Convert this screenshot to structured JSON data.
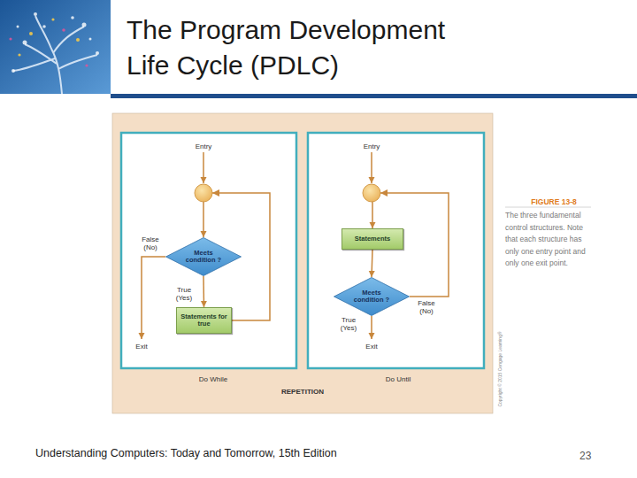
{
  "diagram": {
    "title": "The Program Development Life Cycle (PDLC)",
    "caption": "The three fundamental control structures. Note that each structure has only one entry point and only one exit point.",
    "nodes": [
      {
        "text": [
          "Meets condition ?"
        ]
      },
      {
        "text": [
          "Statements for true"
        ]
      },
      {
        "text": [
          "Statements"
        ]
      },
      {
        "text": [
          "Meets condition ?"
        ]
      }
    ],
    "edges": [
      {
        "from": 0,
        "to": 1,
        "arrow": "to",
        "label": "True (Yes)"
      },
      {
        "from": 1,
        "to": 0,
        "arrow": "to"
      },
      {
        "from": 2,
        "to": 3,
        "arrow": "to"
      },
      {
        "from": 3,
        "to": 2,
        "arrow": "to",
        "label": "False (No)"
      }
    ],
    "labels": [
      "Entry",
      "False (No)",
      "Exit",
      "Entry",
      "True (Yes)",
      "Exit",
      "Do While",
      "Do Until",
      "REPETITION",
      "FIGURE 13-8",
      "Copyright © 2015 Cengage Learning®",
      "Understanding Computers: Today and Tomorrow, 15th Edition",
      "23"
    ]
  }
}
